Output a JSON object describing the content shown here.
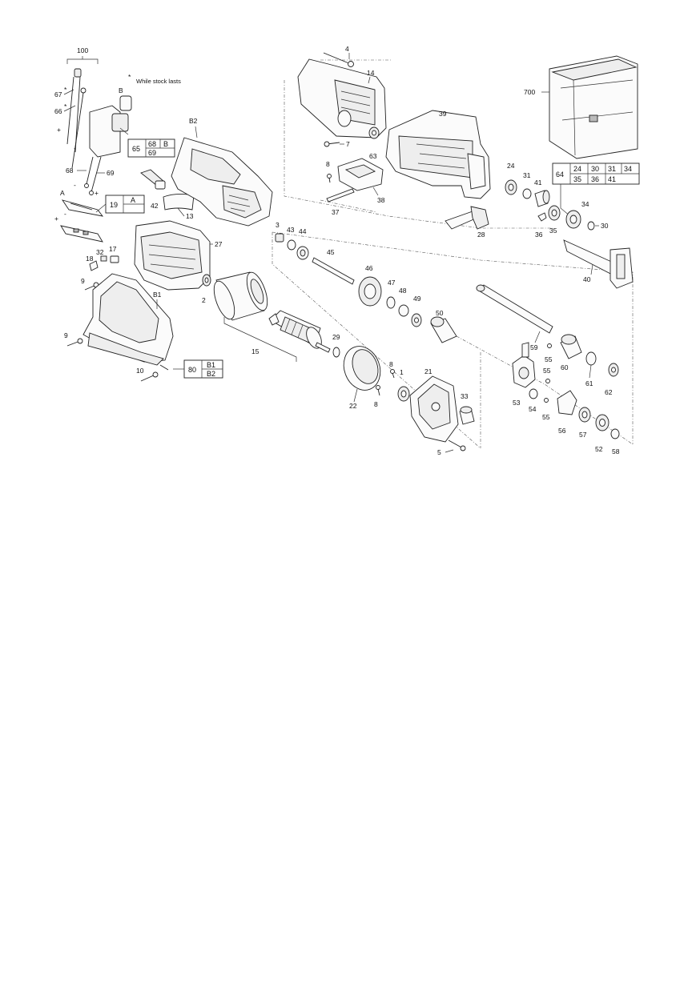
{
  "note": "While stock lasts",
  "asterisk": "*",
  "polarity": {
    "plus": "+",
    "minus": "-"
  },
  "labels": {
    "100": "100",
    "67": "67",
    "66": "66",
    "68": "68",
    "69": "69",
    "B": "B",
    "A": "A",
    "B1": "B1",
    "B2": "B2",
    "42": "42",
    "13": "13",
    "27": "27",
    "17": "17",
    "32": "32",
    "18": "18",
    "9a": "9",
    "9b": "9",
    "10": "10",
    "2": "2",
    "15": "15",
    "29": "29",
    "22": "22",
    "4": "4",
    "14": "14",
    "39": "39",
    "7": "7",
    "63": "63",
    "8a": "8",
    "8b": "8",
    "8c": "8",
    "38": "38",
    "37": "37",
    "3": "3",
    "43": "43",
    "44": "44",
    "45": "45",
    "46": "46",
    "47": "47",
    "48": "48",
    "49": "49",
    "50": "50",
    "1": "1",
    "21": "21",
    "33": "33",
    "5": "5",
    "28": "28",
    "24": "24",
    "31": "31",
    "41": "41",
    "36": "36",
    "35": "35",
    "34": "34",
    "30": "30",
    "40": "40",
    "700": "700",
    "59": "59",
    "55a": "55",
    "55b": "55",
    "55c": "55",
    "60": "60",
    "61": "61",
    "62": "62",
    "53": "53",
    "54": "54",
    "56": "56",
    "57": "57",
    "52": "52",
    "58": "58"
  },
  "kits": {
    "kit65": {
      "number": "65",
      "top": [
        "68",
        "B"
      ],
      "bottom": "69"
    },
    "kit19": {
      "number": "19",
      "top": "A"
    },
    "kit80": {
      "number": "80",
      "top": "B1",
      "bottom": "B2"
    },
    "kit64": {
      "number": "64",
      "top": [
        "24",
        "30",
        "31",
        "34"
      ],
      "bottom": [
        "35",
        "36",
        "41"
      ]
    }
  }
}
